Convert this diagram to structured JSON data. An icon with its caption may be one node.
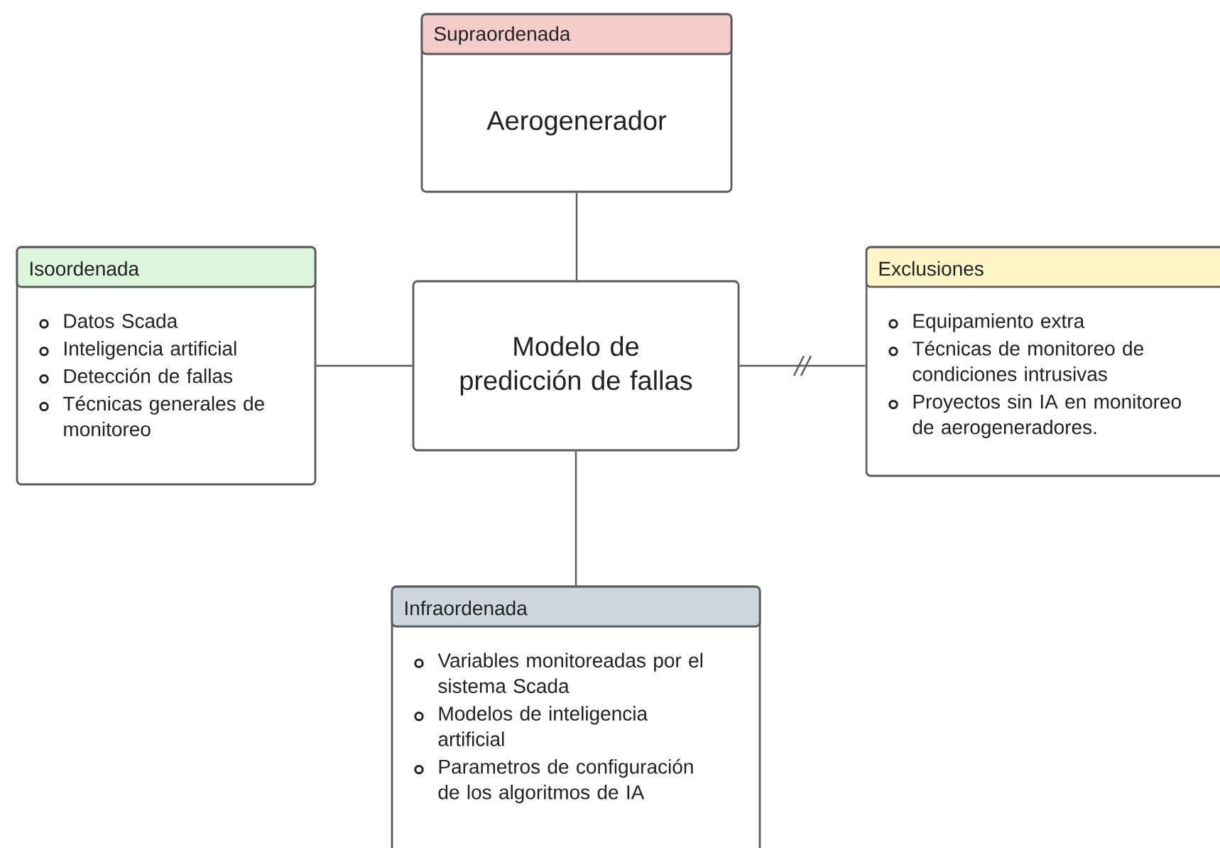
{
  "diagram": {
    "nodes": [
      {
        "text": [
          "Supraordenada",
          "Aerogenerador"
        ]
      },
      {
        "text": [
          "Isoordenada",
          "Datos Scada",
          "Inteligencia artificial",
          "Detección de fallas",
          "Técnicas generales de monitoreo"
        ]
      },
      {
        "text": [
          "Modelo de predicción de fallas"
        ]
      },
      {
        "text": [
          "Exclusiones",
          "Equipamiento extra",
          "Técnicas de monitoreo de condiciones intrusivas",
          "Proyectos sin IA en monitoreo de aerogeneradores."
        ]
      },
      {
        "text": [
          "Infraordenada",
          "Variables monitoreadas por el sistema Scada",
          "Modelos de inteligencia artificial",
          "Parametros de configuración de los algoritmos de IA"
        ]
      }
    ],
    "edges": [
      {
        "from": 0,
        "to": 2,
        "arrow": "none"
      },
      {
        "from": 1,
        "to": 2,
        "arrow": "none"
      },
      {
        "from": 2,
        "to": 3,
        "arrow": "none"
      },
      {
        "from": 2,
        "to": 4,
        "arrow": "none"
      }
    ]
  }
}
